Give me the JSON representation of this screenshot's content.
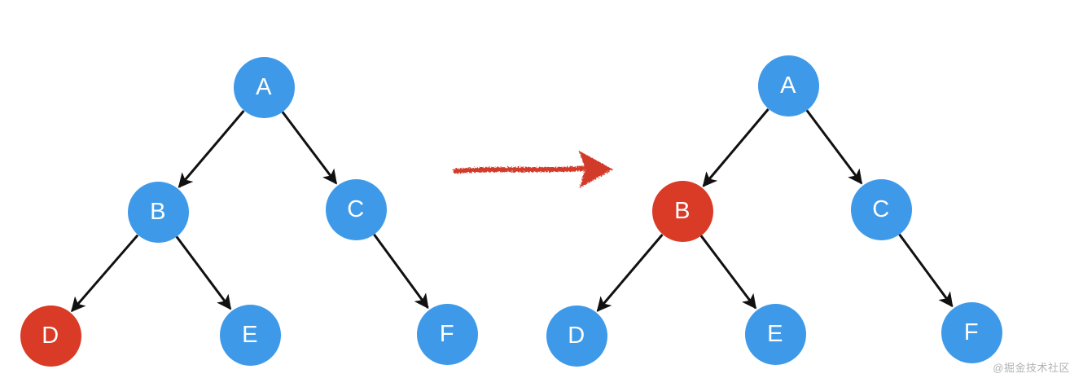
{
  "diagram": {
    "left_tree": {
      "nodes": [
        {
          "label": "A",
          "color": "blue"
        },
        {
          "label": "B",
          "color": "blue"
        },
        {
          "label": "C",
          "color": "blue"
        },
        {
          "label": "D",
          "color": "red"
        },
        {
          "label": "E",
          "color": "blue"
        },
        {
          "label": "F",
          "color": "blue"
        }
      ],
      "edges": [
        "A→B",
        "A→C",
        "B→D",
        "B→E",
        "C→F"
      ]
    },
    "right_tree": {
      "nodes": [
        {
          "label": "A",
          "color": "blue"
        },
        {
          "label": "B",
          "color": "red"
        },
        {
          "label": "C",
          "color": "blue"
        },
        {
          "label": "D",
          "color": "blue"
        },
        {
          "label": "E",
          "color": "blue"
        },
        {
          "label": "F",
          "color": "blue"
        }
      ],
      "edges": [
        "A→B",
        "A→C",
        "B→D",
        "B→E",
        "C→F"
      ]
    },
    "transform_arrow": {
      "direction": "right",
      "style": "hand-drawn"
    }
  },
  "colors": {
    "node_blue": "#3E9AE9",
    "node_red": "#D93B26",
    "edge_black": "#111111",
    "arrow_red": "#D23B2B",
    "watermark_gray": "#AFB2B5"
  },
  "watermark": {
    "text": "@掘金技术社区"
  }
}
